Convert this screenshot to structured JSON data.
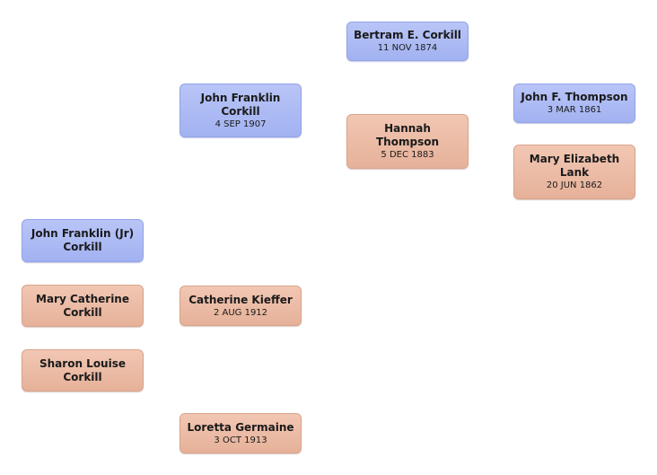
{
  "colors": {
    "male": "#a9b8f4",
    "female": "#ecbca6"
  },
  "people": {
    "bertram": {
      "name": "Bertram E.  Corkill",
      "date": "11 NOV 1874"
    },
    "john_franklin": {
      "name": "John Franklin Corkill",
      "date": "4 SEP 1907"
    },
    "john_f_thompson": {
      "name": "John F.  Thompson",
      "date": "3 MAR 1861"
    },
    "hannah": {
      "name": "Hannah Thompson",
      "date": "5 DEC 1883"
    },
    "mary_elizabeth": {
      "name": "Mary Elizabeth Lank",
      "date": "20 JUN 1862"
    },
    "john_franklin_jr": {
      "name": "John Franklin (Jr) Corkill"
    },
    "mary_catherine": {
      "name": "Mary Catherine Corkill"
    },
    "catherine_kieffer": {
      "name": "Catherine  Kieffer",
      "date": "2 AUG 1912"
    },
    "sharon_louise": {
      "name": "Sharon Louise Corkill"
    },
    "loretta": {
      "name": "Loretta  Germaine",
      "date": "3 OCT 1913"
    }
  }
}
